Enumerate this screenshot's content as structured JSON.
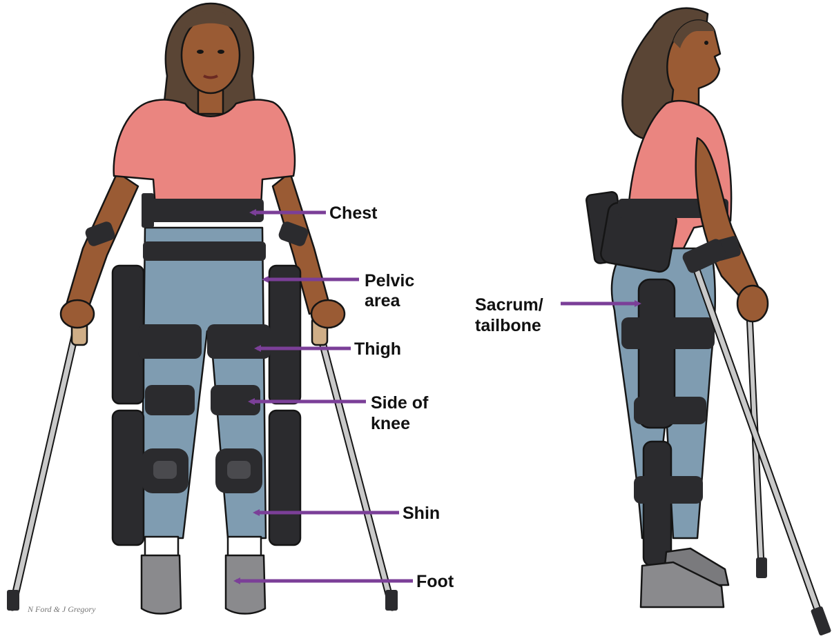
{
  "colors": {
    "arrow": "#7b3f98",
    "skin": "#9a5b34",
    "hair": "#5a4535",
    "shirt": "#ea8580",
    "jeans": "#7f9cb1",
    "device": "#2b2b2e",
    "shoe": "#8a8a8d",
    "crutch": "#c2c2c2"
  },
  "labels": {
    "chest": "Chest",
    "pelvic_1": "Pelvic",
    "pelvic_2": "area",
    "thigh": "Thigh",
    "knee_1": "Side of",
    "knee_2": "knee",
    "shin": "Shin",
    "foot": "Foot",
    "sacrum_1": "Sacrum/",
    "sacrum_2": "tailbone"
  },
  "credit": "N Ford & J Gregory"
}
